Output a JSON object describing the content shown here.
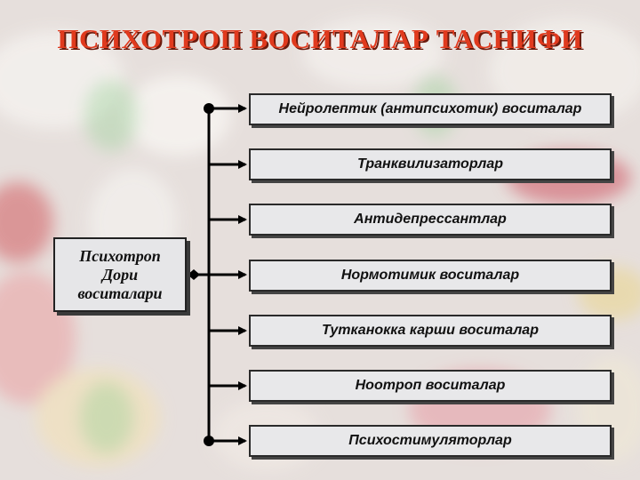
{
  "title": "ПСИХОТРОП ВОСИТАЛАР ТАСНИФИ",
  "root": {
    "lines": [
      "Психотроп",
      "Дори",
      "воситалари"
    ]
  },
  "categories": [
    "Нейролептик (антипсихотик) воситалар",
    "Транквилизаторлар",
    "Антидепрессантлар",
    "Нормотимик воситалар",
    "Тутканокка карши воситалар",
    "Ноотроп воситалар",
    "Психостимуляторлар"
  ],
  "colors": {
    "title": "#e03a1e",
    "box_fill": "#e8e8ea",
    "connector": "#000000"
  }
}
